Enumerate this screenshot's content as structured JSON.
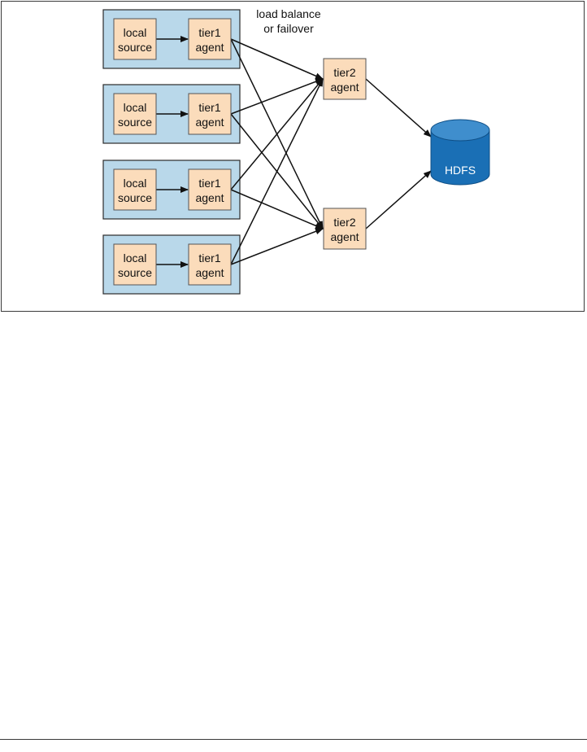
{
  "diagram": {
    "colors": {
      "group_fill": "#b9d8ea",
      "group_stroke": "#2b2b2b",
      "node_fill": "#fbdcbb",
      "node_stroke": "#555555",
      "edge_stroke": "#111111",
      "hdfs_fill": "#1a6fb5",
      "hdfs_top": "#3f8ecd",
      "hdfs_text": "#ffffff"
    },
    "annotation": {
      "line1": "load balance",
      "line2": "or failover"
    },
    "groups": [
      {
        "source": {
          "line1": "local",
          "line2": "source"
        },
        "agent": {
          "line1": "tier1",
          "line2": "agent"
        }
      },
      {
        "source": {
          "line1": "local",
          "line2": "source"
        },
        "agent": {
          "line1": "tier1",
          "line2": "agent"
        }
      },
      {
        "source": {
          "line1": "local",
          "line2": "source"
        },
        "agent": {
          "line1": "tier1",
          "line2": "agent"
        }
      },
      {
        "source": {
          "line1": "local",
          "line2": "source"
        },
        "agent": {
          "line1": "tier1",
          "line2": "agent"
        }
      }
    ],
    "tier2": [
      {
        "line1": "tier2",
        "line2": "agent"
      },
      {
        "line1": "tier2",
        "line2": "agent"
      }
    ],
    "sink": {
      "label": "HDFS"
    },
    "edges": [
      {
        "from": "group-0-source",
        "to": "group-0-agent"
      },
      {
        "from": "group-1-source",
        "to": "group-1-agent"
      },
      {
        "from": "group-2-source",
        "to": "group-2-agent"
      },
      {
        "from": "group-3-source",
        "to": "group-3-agent"
      },
      {
        "from": "group-0-agent",
        "to": "tier2-0"
      },
      {
        "from": "group-0-agent",
        "to": "tier2-1"
      },
      {
        "from": "group-1-agent",
        "to": "tier2-0"
      },
      {
        "from": "group-1-agent",
        "to": "tier2-1"
      },
      {
        "from": "group-2-agent",
        "to": "tier2-0"
      },
      {
        "from": "group-2-agent",
        "to": "tier2-1"
      },
      {
        "from": "group-3-agent",
        "to": "tier2-0"
      },
      {
        "from": "group-3-agent",
        "to": "tier2-1"
      },
      {
        "from": "tier2-0",
        "to": "sink"
      },
      {
        "from": "tier2-1",
        "to": "sink"
      }
    ]
  }
}
